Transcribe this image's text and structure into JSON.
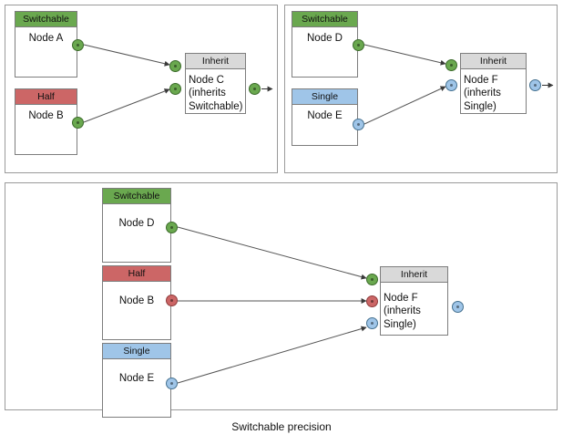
{
  "caption": "Switchable precision",
  "colors": {
    "switchable": "#6aa84f",
    "half": "#cc6666",
    "single": "#9fc5e8",
    "inherit": "#d9d9d9",
    "panel_border": "#9a9a9a",
    "node_border": "#7d7d7d",
    "edge": "#555555"
  },
  "panels": [
    {
      "id": "panel-top-left",
      "nodes": [
        {
          "id": "node-a",
          "header": "Switchable",
          "body": "Node A"
        },
        {
          "id": "node-b",
          "header": "Half",
          "body": "Node B"
        },
        {
          "id": "node-c",
          "header": "Inherit",
          "body": "Node C\n(inherits\nSwitchable)"
        }
      ]
    },
    {
      "id": "panel-top-right",
      "nodes": [
        {
          "id": "node-d",
          "header": "Switchable",
          "body": "Node D"
        },
        {
          "id": "node-e",
          "header": "Single",
          "body": "Node E"
        },
        {
          "id": "node-f",
          "header": "Inherit",
          "body": "Node F\n(inherits\nSingle)"
        }
      ]
    },
    {
      "id": "panel-bottom",
      "nodes": [
        {
          "id": "node-d2",
          "header": "Switchable",
          "body": "Node D"
        },
        {
          "id": "node-b2",
          "header": "Half",
          "body": "Node B"
        },
        {
          "id": "node-e2",
          "header": "Single",
          "body": "Node E"
        },
        {
          "id": "node-f2",
          "header": "Inherit",
          "body": "Node F\n(inherits\nSingle)"
        }
      ]
    }
  ],
  "p1": {
    "node_a": {
      "header": "Switchable",
      "body": "Node A"
    },
    "node_b": {
      "header": "Half",
      "body": "Node B"
    },
    "node_c": {
      "header": "Inherit",
      "body_line1": "Node C",
      "body_line2": "(inherits",
      "body_line3": "Switchable)"
    }
  },
  "p2": {
    "node_d": {
      "header": "Switchable",
      "body": "Node D"
    },
    "node_e": {
      "header": "Single",
      "body": "Node E"
    },
    "node_f": {
      "header": "Inherit",
      "body_line1": "Node F",
      "body_line2": "(inherits",
      "body_line3": "Single)"
    }
  },
  "p3": {
    "node_d": {
      "header": "Switchable",
      "body": "Node D"
    },
    "node_b": {
      "header": "Half",
      "body": "Node B"
    },
    "node_e": {
      "header": "Single",
      "body": "Node E"
    },
    "node_f": {
      "header": "Inherit",
      "body_line1": "Node F",
      "body_line2": "(inherits",
      "body_line3": "Single)"
    }
  }
}
